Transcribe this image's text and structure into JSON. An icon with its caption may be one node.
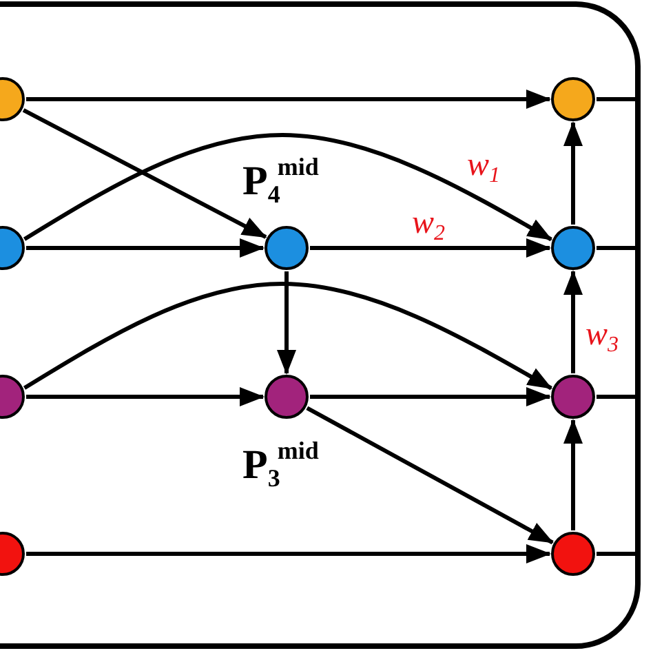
{
  "diagram": {
    "nodes": [
      {
        "text": [],
        "shape": "circle"
      },
      {
        "text": [],
        "shape": "circle"
      },
      {
        "text": [],
        "shape": "circle"
      },
      {
        "text": [],
        "shape": "circle"
      },
      {
        "text": [],
        "shape": "circle",
        "beside": [
          "P$_{4}$$^{mid}$"
        ]
      },
      {
        "text": [],
        "shape": "circle",
        "beside": [
          "P$_{3}$$^{mid}$"
        ]
      },
      {
        "text": [],
        "shape": "circle"
      },
      {
        "text": [],
        "shape": "circle"
      },
      {
        "text": [],
        "shape": "circle"
      },
      {
        "text": [],
        "shape": "circle"
      }
    ],
    "edges": [
      {
        "from": 0,
        "to": 6,
        "arrow": "to"
      },
      {
        "from": 0,
        "to": 4,
        "arrow": "to"
      },
      {
        "from": 1,
        "to": 7,
        "arrow": "to",
        "label": "w$_{1}$"
      },
      {
        "from": 1,
        "to": 4,
        "arrow": "to"
      },
      {
        "from": 4,
        "to": 7,
        "arrow": "to",
        "label": "w$_{2}$"
      },
      {
        "from": 4,
        "to": 5,
        "arrow": "to"
      },
      {
        "from": 2,
        "to": 8,
        "arrow": "to"
      },
      {
        "from": 2,
        "to": 5,
        "arrow": "to"
      },
      {
        "from": 5,
        "to": 8,
        "arrow": "to"
      },
      {
        "from": 5,
        "to": 9,
        "arrow": "to"
      },
      {
        "from": 3,
        "to": 9,
        "arrow": "to"
      },
      {
        "from": 9,
        "to": 8,
        "arrow": "to"
      },
      {
        "from": 8,
        "to": 7,
        "arrow": "to",
        "label": "w$_{3}$"
      },
      {
        "from": 7,
        "to": 6,
        "arrow": "to"
      },
      {
        "from": 6,
        "to": null,
        "arrow": "none"
      },
      {
        "from": 7,
        "to": null,
        "arrow": "none"
      },
      {
        "from": 8,
        "to": null,
        "arrow": "none"
      },
      {
        "from": 9,
        "to": null,
        "arrow": "none"
      }
    ]
  }
}
